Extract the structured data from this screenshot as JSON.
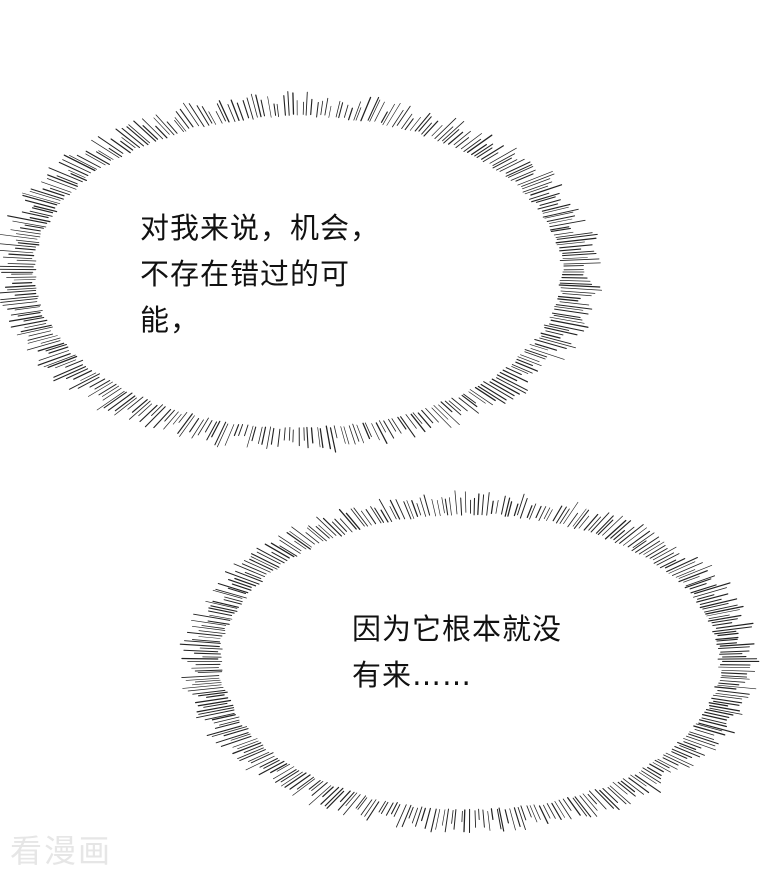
{
  "bubbles": [
    {
      "lines": [
        "对我来说，机会，",
        "不存在错过的可",
        "能，"
      ]
    },
    {
      "lines": [
        "因为它根本就没",
        "有来……"
      ]
    }
  ],
  "watermark": "看漫画",
  "colors": {
    "background": "#ffffff",
    "text": "#111111",
    "burst_lines": "#222222",
    "watermark": "#e6e6e6"
  }
}
